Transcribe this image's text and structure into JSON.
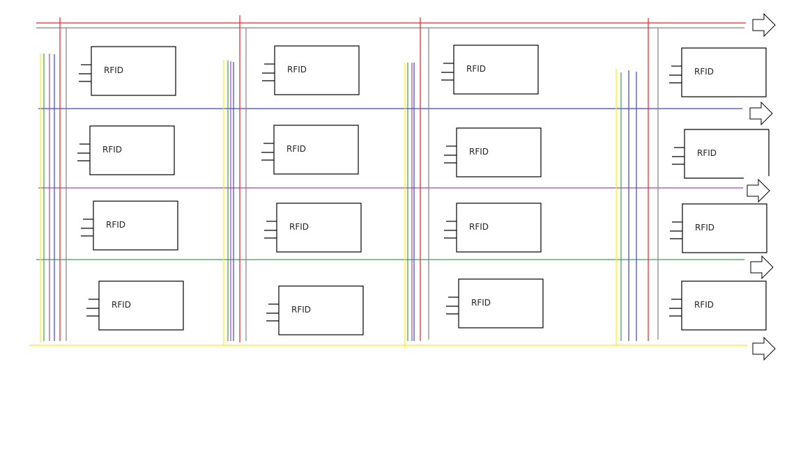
{
  "diagram": {
    "module_label": "RFID",
    "rows": 4,
    "columns": 4,
    "colors": {
      "red": "#e8202a",
      "gray": "#808080",
      "yellow": "#ffee00",
      "green": "#3aa04a",
      "purple": "#9a4aa8",
      "blue": "#3a44d0",
      "box": "#000000"
    },
    "modules": [
      {
        "label": "RFID"
      },
      {
        "label": "RFID"
      },
      {
        "label": "RFID"
      },
      {
        "label": "RFID"
      },
      {
        "label": "RFID"
      },
      {
        "label": "RFID"
      },
      {
        "label": "RFID"
      },
      {
        "label": "RFID"
      },
      {
        "label": "RFID"
      },
      {
        "label": "RFID"
      },
      {
        "label": "RFID"
      },
      {
        "label": "RFID"
      },
      {
        "label": "RFID"
      },
      {
        "label": "RFID"
      },
      {
        "label": "RFID"
      },
      {
        "label": "RFID"
      }
    ]
  }
}
